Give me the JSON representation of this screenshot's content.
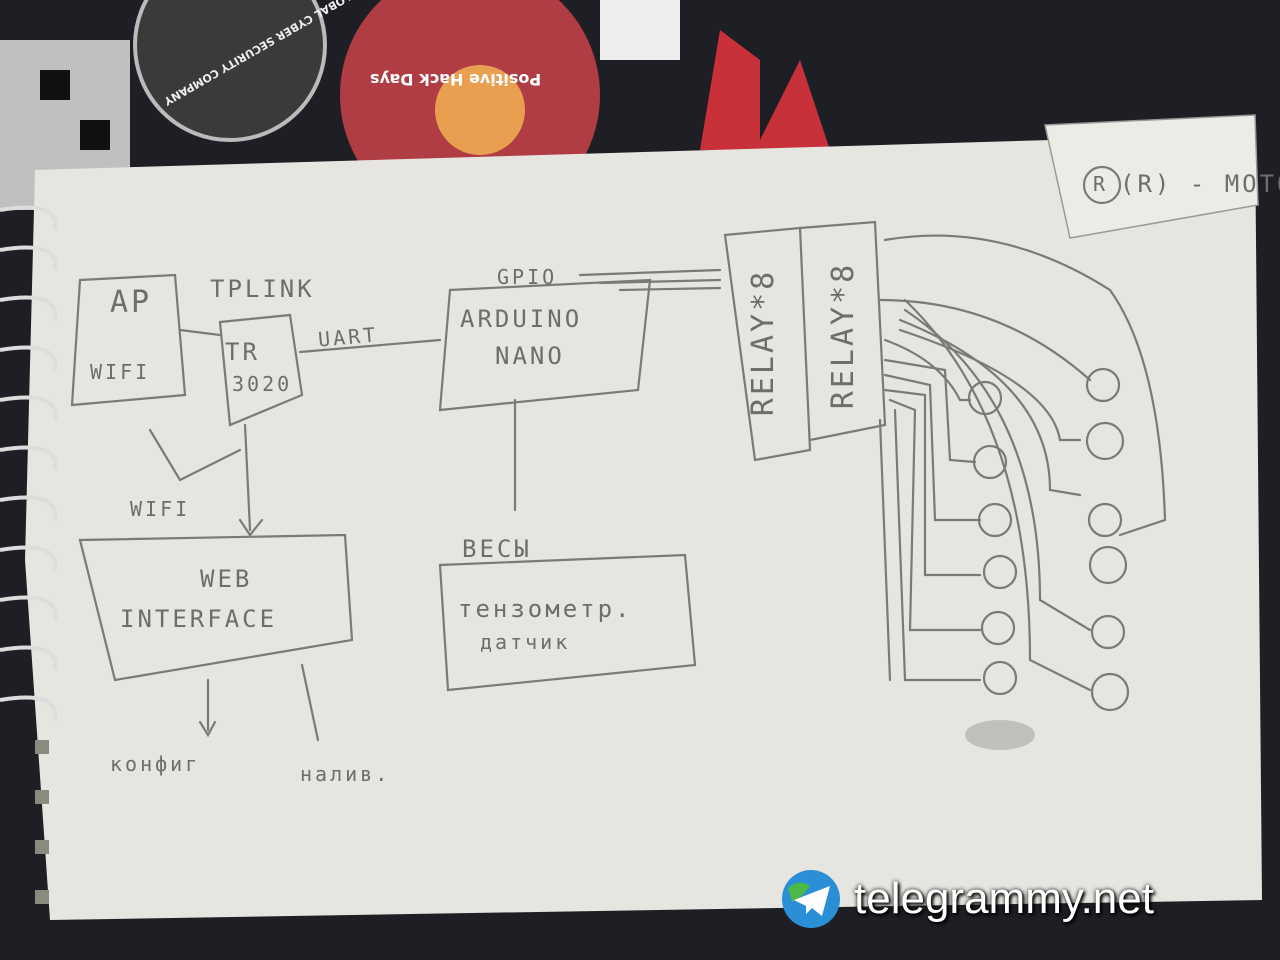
{
  "stickers": {
    "global": "GLOBAL CYBER SECURITY COMPANY",
    "phd": "Positive Hack Days"
  },
  "diagram": {
    "legend": "(R) - МОТОР",
    "ap_line1": "AP",
    "ap_line2": "WIFI",
    "tplink": "TPLINK",
    "router_line1": "TR",
    "router_line2": "3020",
    "uart": "UART",
    "gpio": "GPIO",
    "arduino_line1": "ARDUINO",
    "arduino_line2": "NANO",
    "relay1": "RELAY*8",
    "relay2": "RELAY*8",
    "motor": "R",
    "wifi_link": "WIFI",
    "web_line1": "WEB",
    "web_line2": "INTERFACE",
    "scales_label": "ВЕСЫ",
    "sensor_line1": "тензометр.",
    "sensor_line2": "датчик",
    "config": "конфиг",
    "pour": "налив."
  },
  "watermark": "telegrammy.net"
}
